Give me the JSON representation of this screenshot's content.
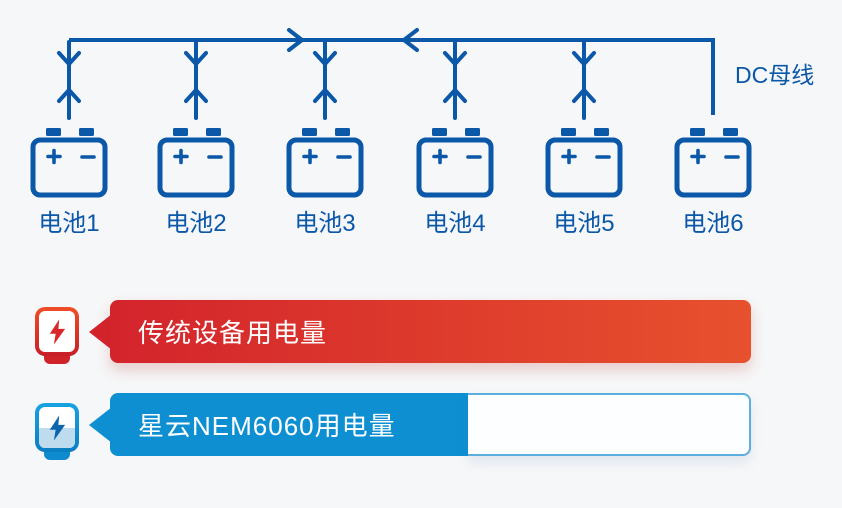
{
  "background_color": "#f6f7f8",
  "diagram": {
    "bus_label": "DC母线",
    "line_color": "#0b57a8",
    "terminal_symbols": {
      "plus": "+",
      "minus": "−"
    },
    "batteries": [
      {
        "label": "电池1"
      },
      {
        "label": "电池2"
      },
      {
        "label": "电池3"
      },
      {
        "label": "电池4"
      },
      {
        "label": "电池5"
      },
      {
        "label": "电池6"
      }
    ]
  },
  "legend_rows": [
    {
      "label": "传统设备用电量",
      "theme": "red",
      "icon": "power-meter-red-icon",
      "bar_gradient_start": "#d3242c",
      "bar_gradient_end": "#e7512d",
      "fill_percent": 100
    },
    {
      "label": "星云NEM6060用电量",
      "theme": "blue",
      "icon": "power-meter-blue-icon",
      "bar_color": "#0e8fd2",
      "outline_color": "#5caede",
      "fill_percent": 56
    }
  ]
}
